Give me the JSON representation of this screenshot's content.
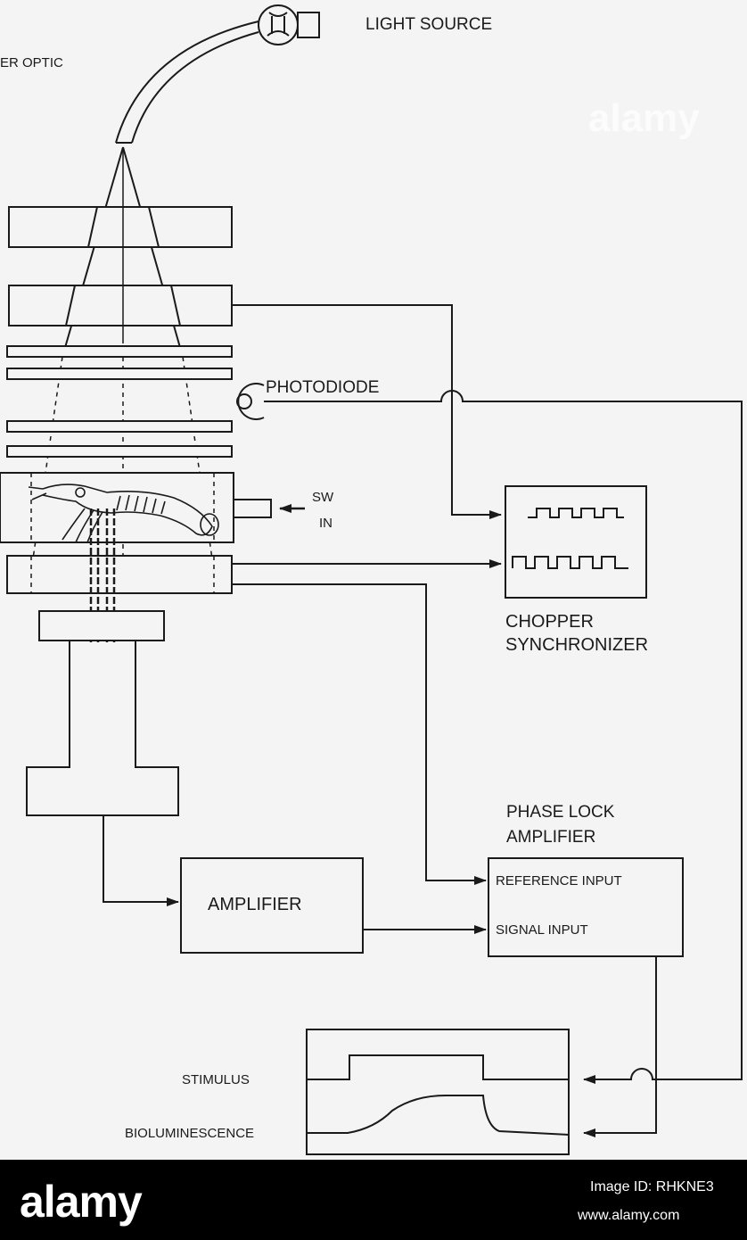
{
  "labels": {
    "light_source": "LIGHT SOURCE",
    "fiber_optic": "ER OPTIC",
    "photodiode": "PHOTODIODE",
    "sw_in_line1": "SW",
    "sw_in_line2": "IN",
    "chopper_line1": "CHOPPER",
    "chopper_line2": "SYNCHRONIZER",
    "phase_lock_line1": "PHASE LOCK",
    "phase_lock_line2": "AMPLIFIER",
    "reference_input": "REFERENCE INPUT",
    "signal_input": "SIGNAL INPUT",
    "amplifier": "AMPLIFIER",
    "stimulus": "STIMULUS",
    "bioluminescence": "BIOLUMINESCENCE"
  },
  "watermark": "alamy",
  "footer": {
    "logo": "alamy",
    "image_id": "Image ID: RHKNE3",
    "url": "www.alamy.com"
  }
}
